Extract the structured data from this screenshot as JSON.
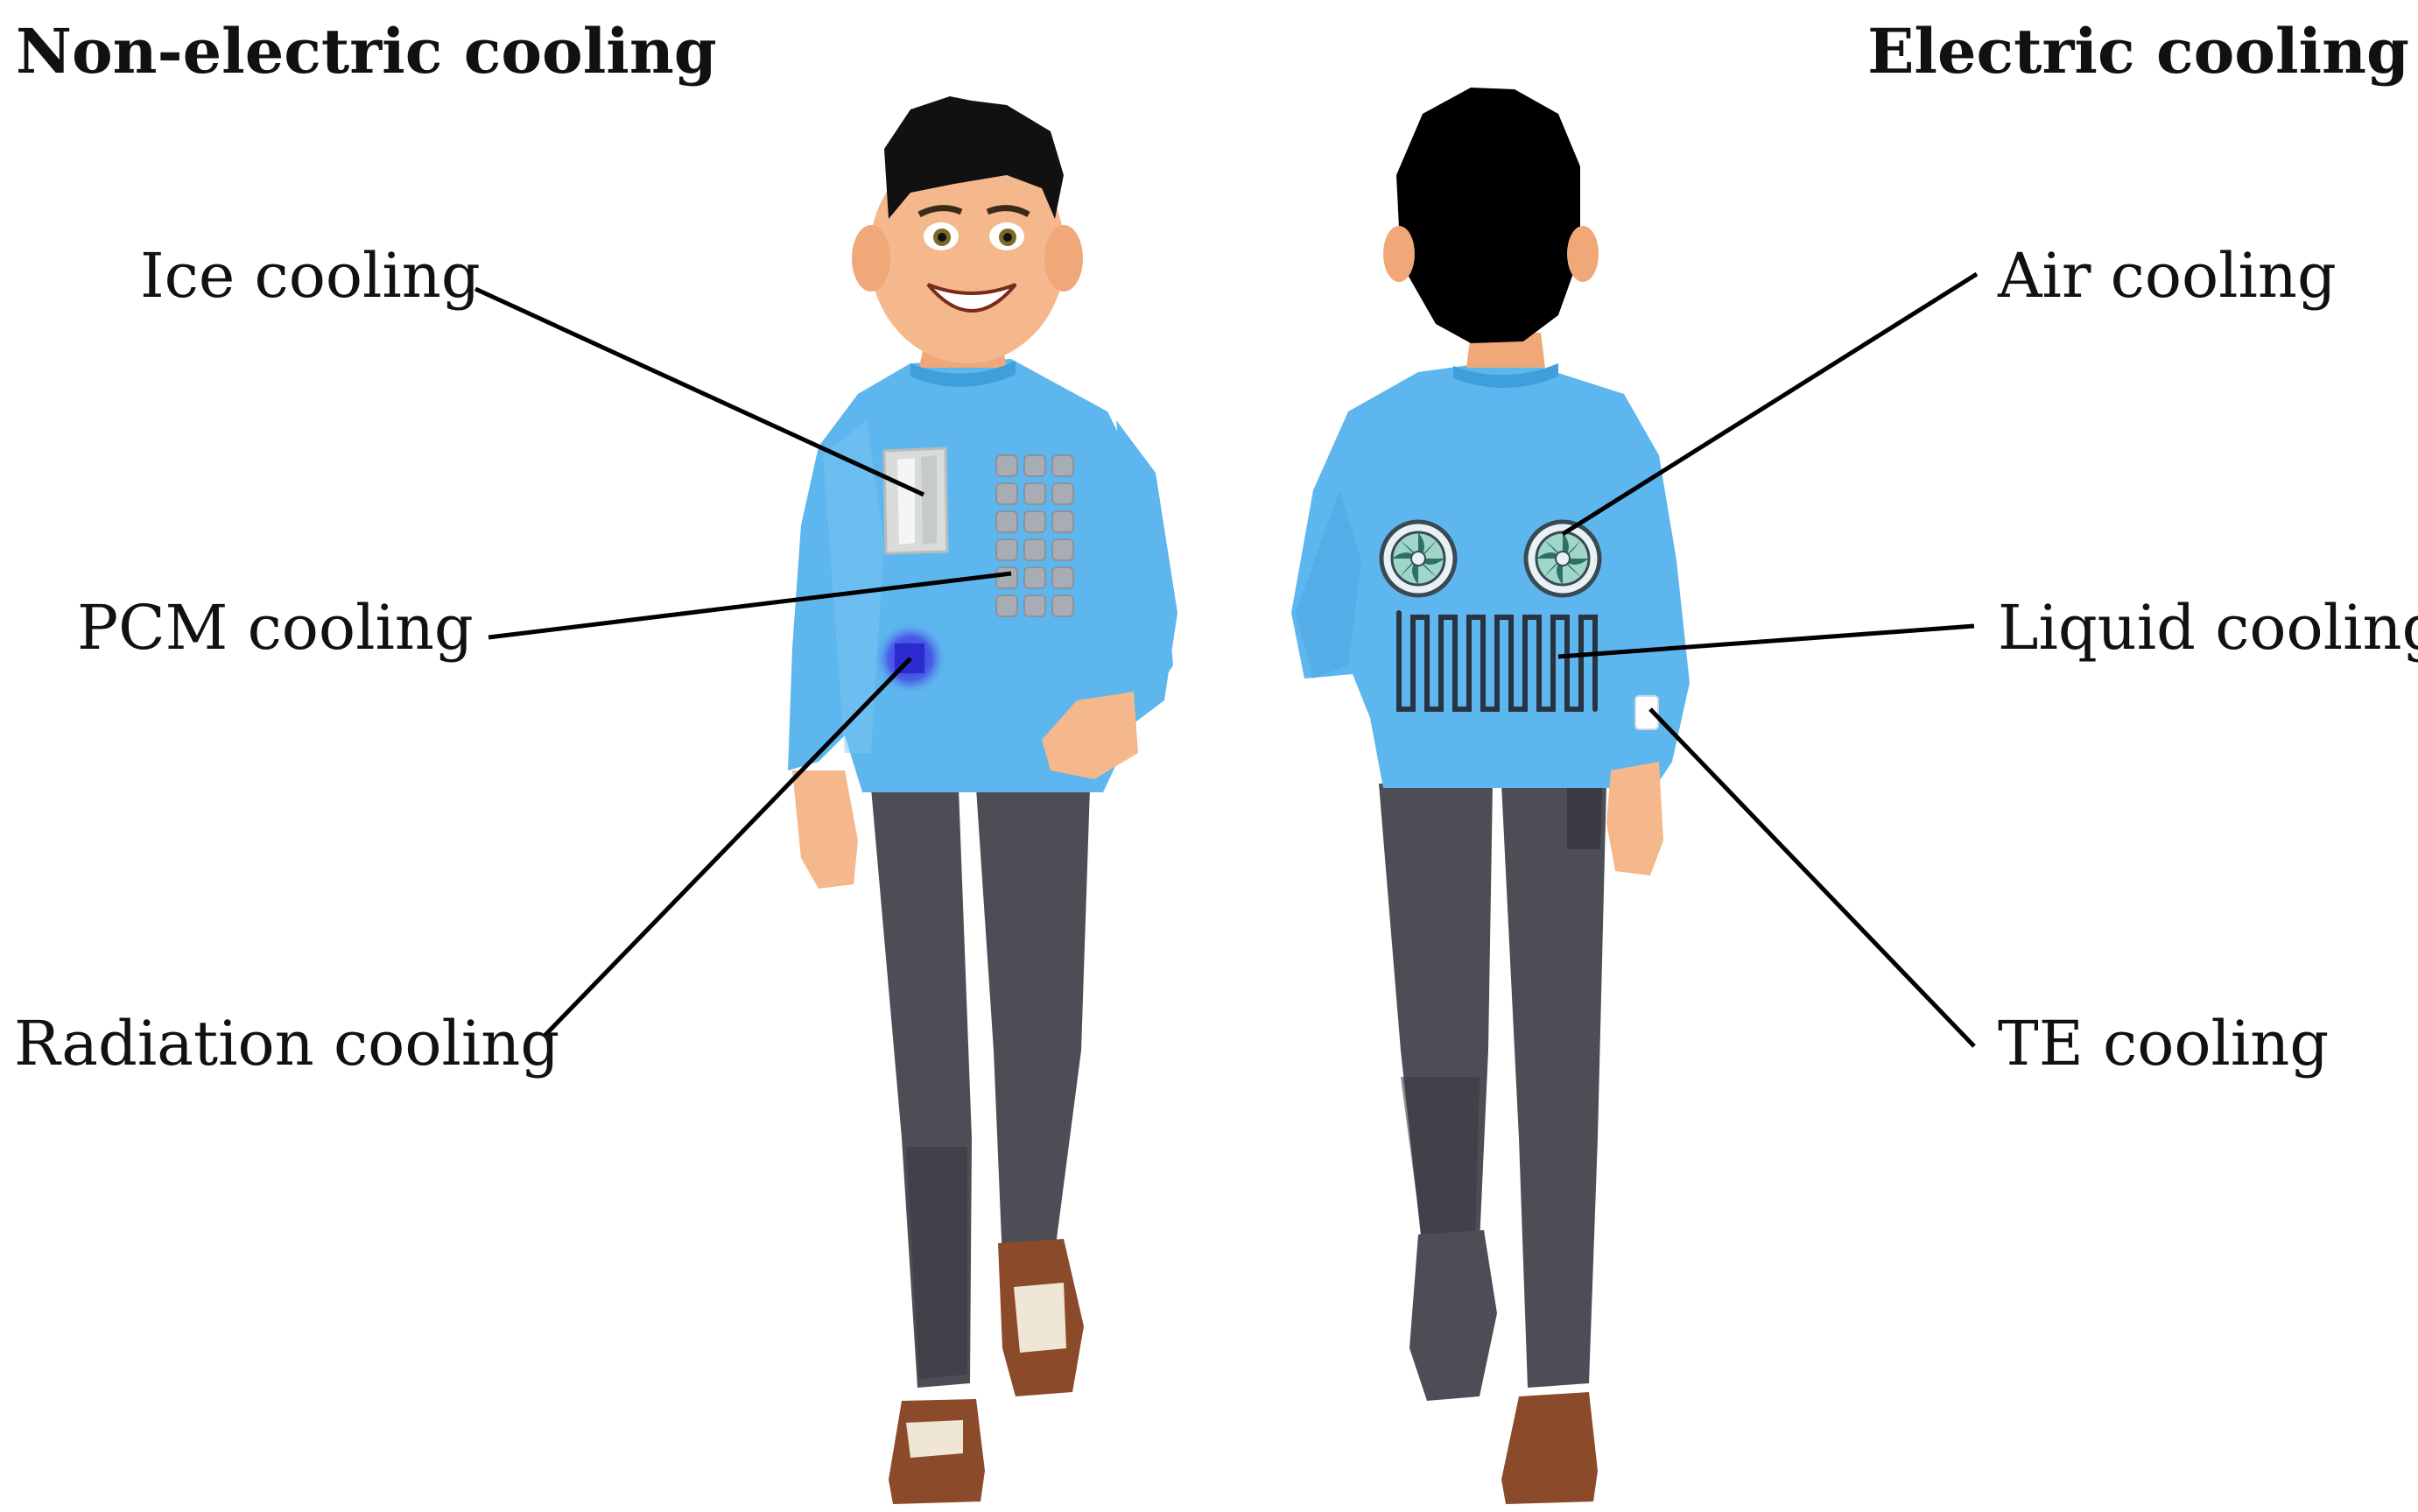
{
  "headings": {
    "left": "Non-electric cooling",
    "right": "Electric cooling"
  },
  "labels": {
    "ice": "Ice cooling",
    "pcm": "PCM cooling",
    "radiation": "Radiation cooling",
    "air": "Air cooling",
    "liquid": "Liquid cooling",
    "te": "TE cooling"
  },
  "colors": {
    "sweater": "#5db6ee",
    "pants": "#4d4d56",
    "skin": "#f5b78c",
    "hair": "#111111",
    "shoes": "#8b4a2a",
    "leader_line": "#000000"
  }
}
